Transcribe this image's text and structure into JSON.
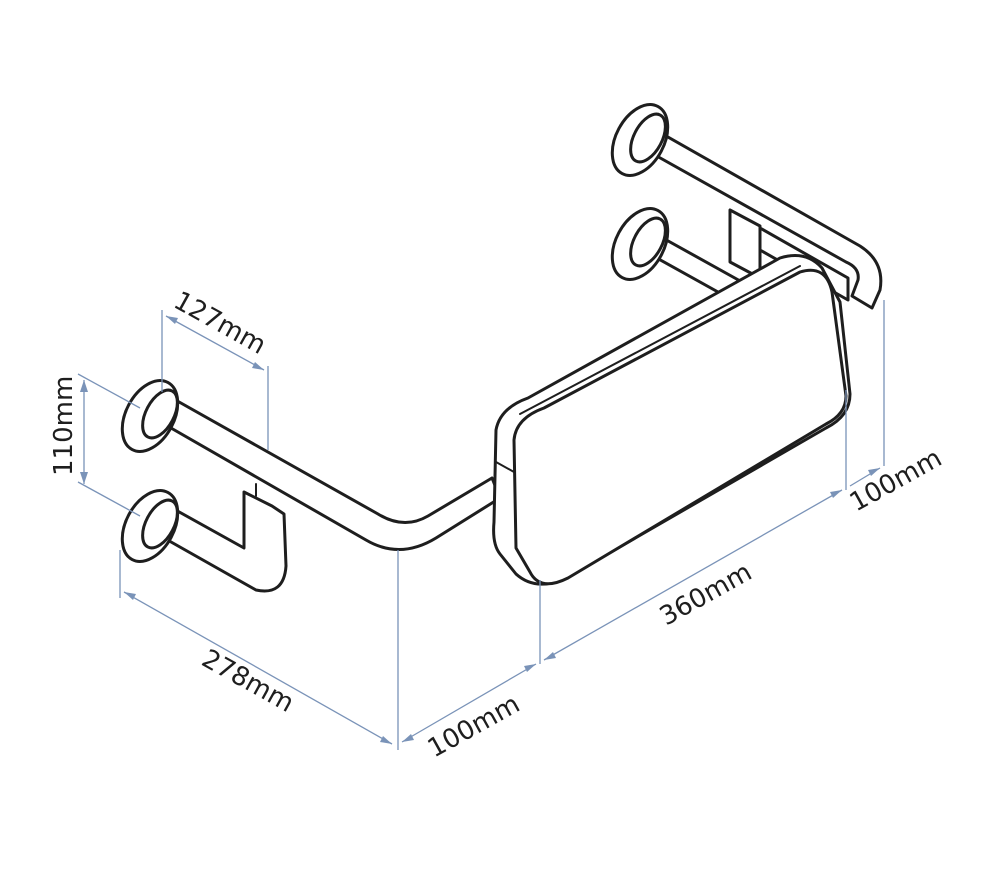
{
  "colors": {
    "outline": "#1e1e1e",
    "dimension_line": "#7a93b8",
    "background": "#ffffff"
  },
  "dimensions": {
    "bracket_spacing": "127mm",
    "bracket_height": "110mm",
    "arm_length": "278mm",
    "offset_front": "100mm",
    "pad_length": "360mm",
    "offset_back": "100mm"
  }
}
